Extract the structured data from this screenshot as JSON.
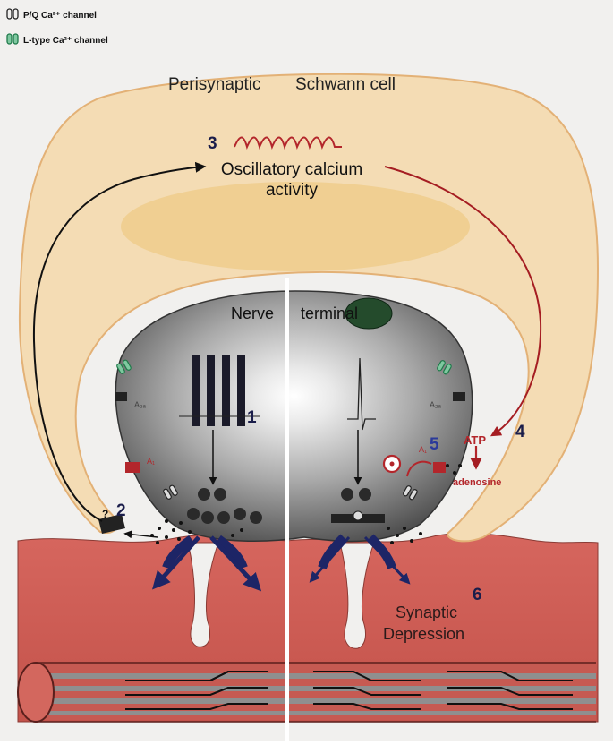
{
  "legend": {
    "pq_label": "P/Q Ca²⁺ channel",
    "ltype_label": "L-type Ca²⁺ channel"
  },
  "labels": {
    "schwann_left": "Perisynaptic",
    "schwann_right": "Schwann cell",
    "step3": "3",
    "oscillatory_line1": "Oscillatory calcium",
    "oscillatory_line2": "activity",
    "nerve_left": "Nerve",
    "nerve_right": "terminal",
    "step1": "1",
    "step2": "2",
    "question": "?",
    "step4": "4",
    "step5": "5",
    "atp": "ATP",
    "adenosine": "adenosine",
    "a2a_left": "A₂ₐ",
    "a1_left": "A₁",
    "a2a_right": "A₂ₐ",
    "a1_right": "A₁",
    "step6": "6",
    "synaptic": "Synaptic",
    "depression": "Depression"
  },
  "colors": {
    "schwann_fill": "#f4dcb4",
    "schwann_stroke": "#e3b176",
    "nucleus": "#efcd8c",
    "terminal_dark": "#565656",
    "terminal_light": "#f4f4f4",
    "muscle": "#cf5f57",
    "muscle_dark": "#a8413b",
    "accent_red": "#b3262b",
    "receptor_navy": "#1d2566",
    "l_channel": "#2f9a66"
  }
}
